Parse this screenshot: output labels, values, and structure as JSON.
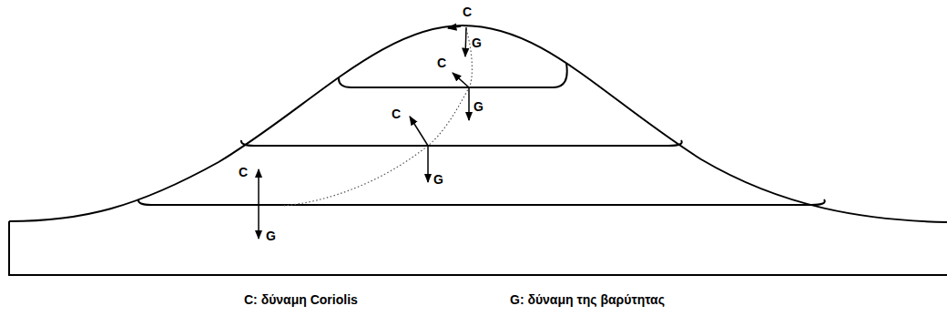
{
  "diagram": {
    "labels": [
      "C",
      "G",
      "C",
      "G",
      "C",
      "G",
      "C",
      "G",
      "C: δύναμη Coriolis",
      "G: δύναμη της βαρύτητας"
    ]
  }
}
